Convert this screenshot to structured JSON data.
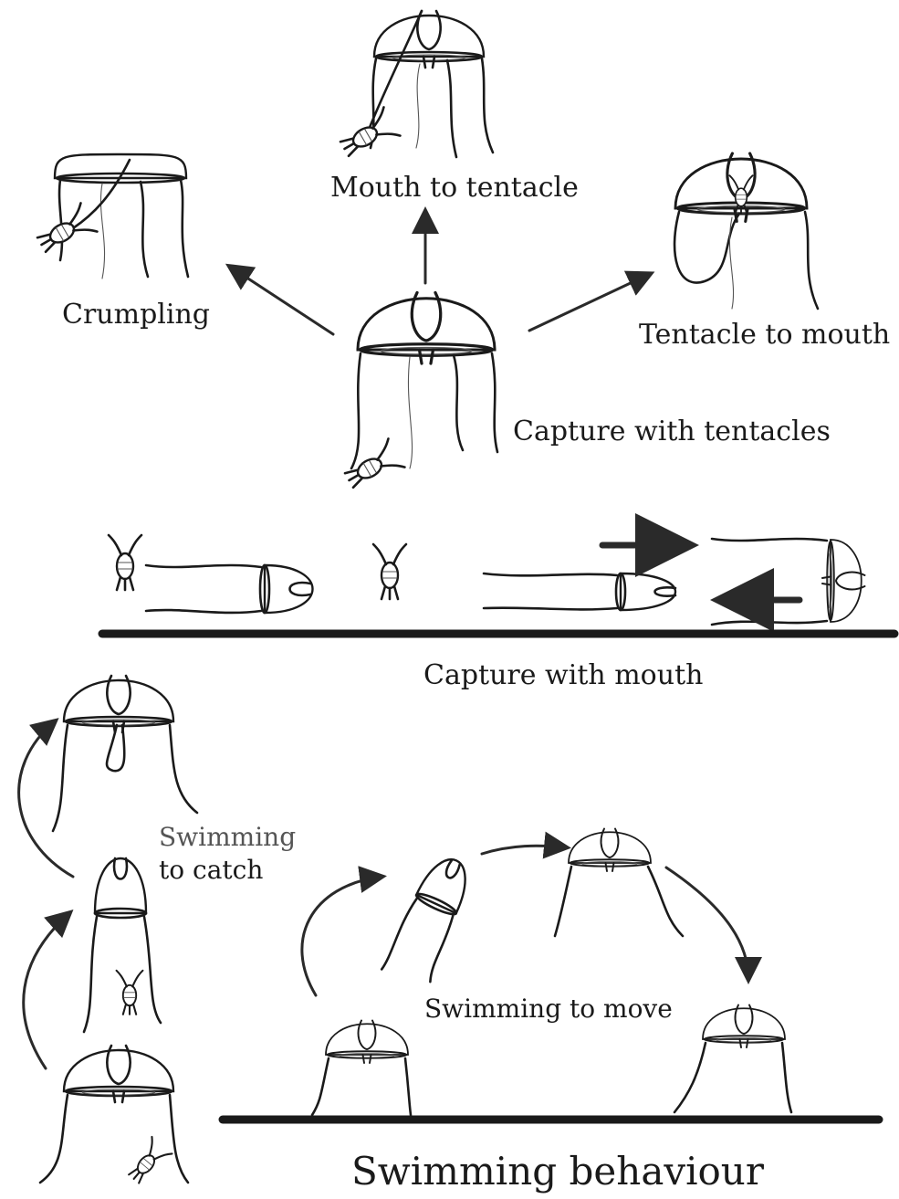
{
  "labels": {
    "mouth_to_tentacle": "Mouth to tentacle",
    "crumpling": "Crumpling",
    "tentacle_to_mouth": "Tentacle to mouth",
    "capture_with_tentacles": "Capture with tentacles",
    "capture_with_mouth": "Capture with mouth",
    "swimming_to_catch_1": "Swimming",
    "swimming_to_catch_2": "to catch",
    "swimming_to_move": "Swimming to move",
    "swimming_behaviour": "Swimming behaviour"
  }
}
